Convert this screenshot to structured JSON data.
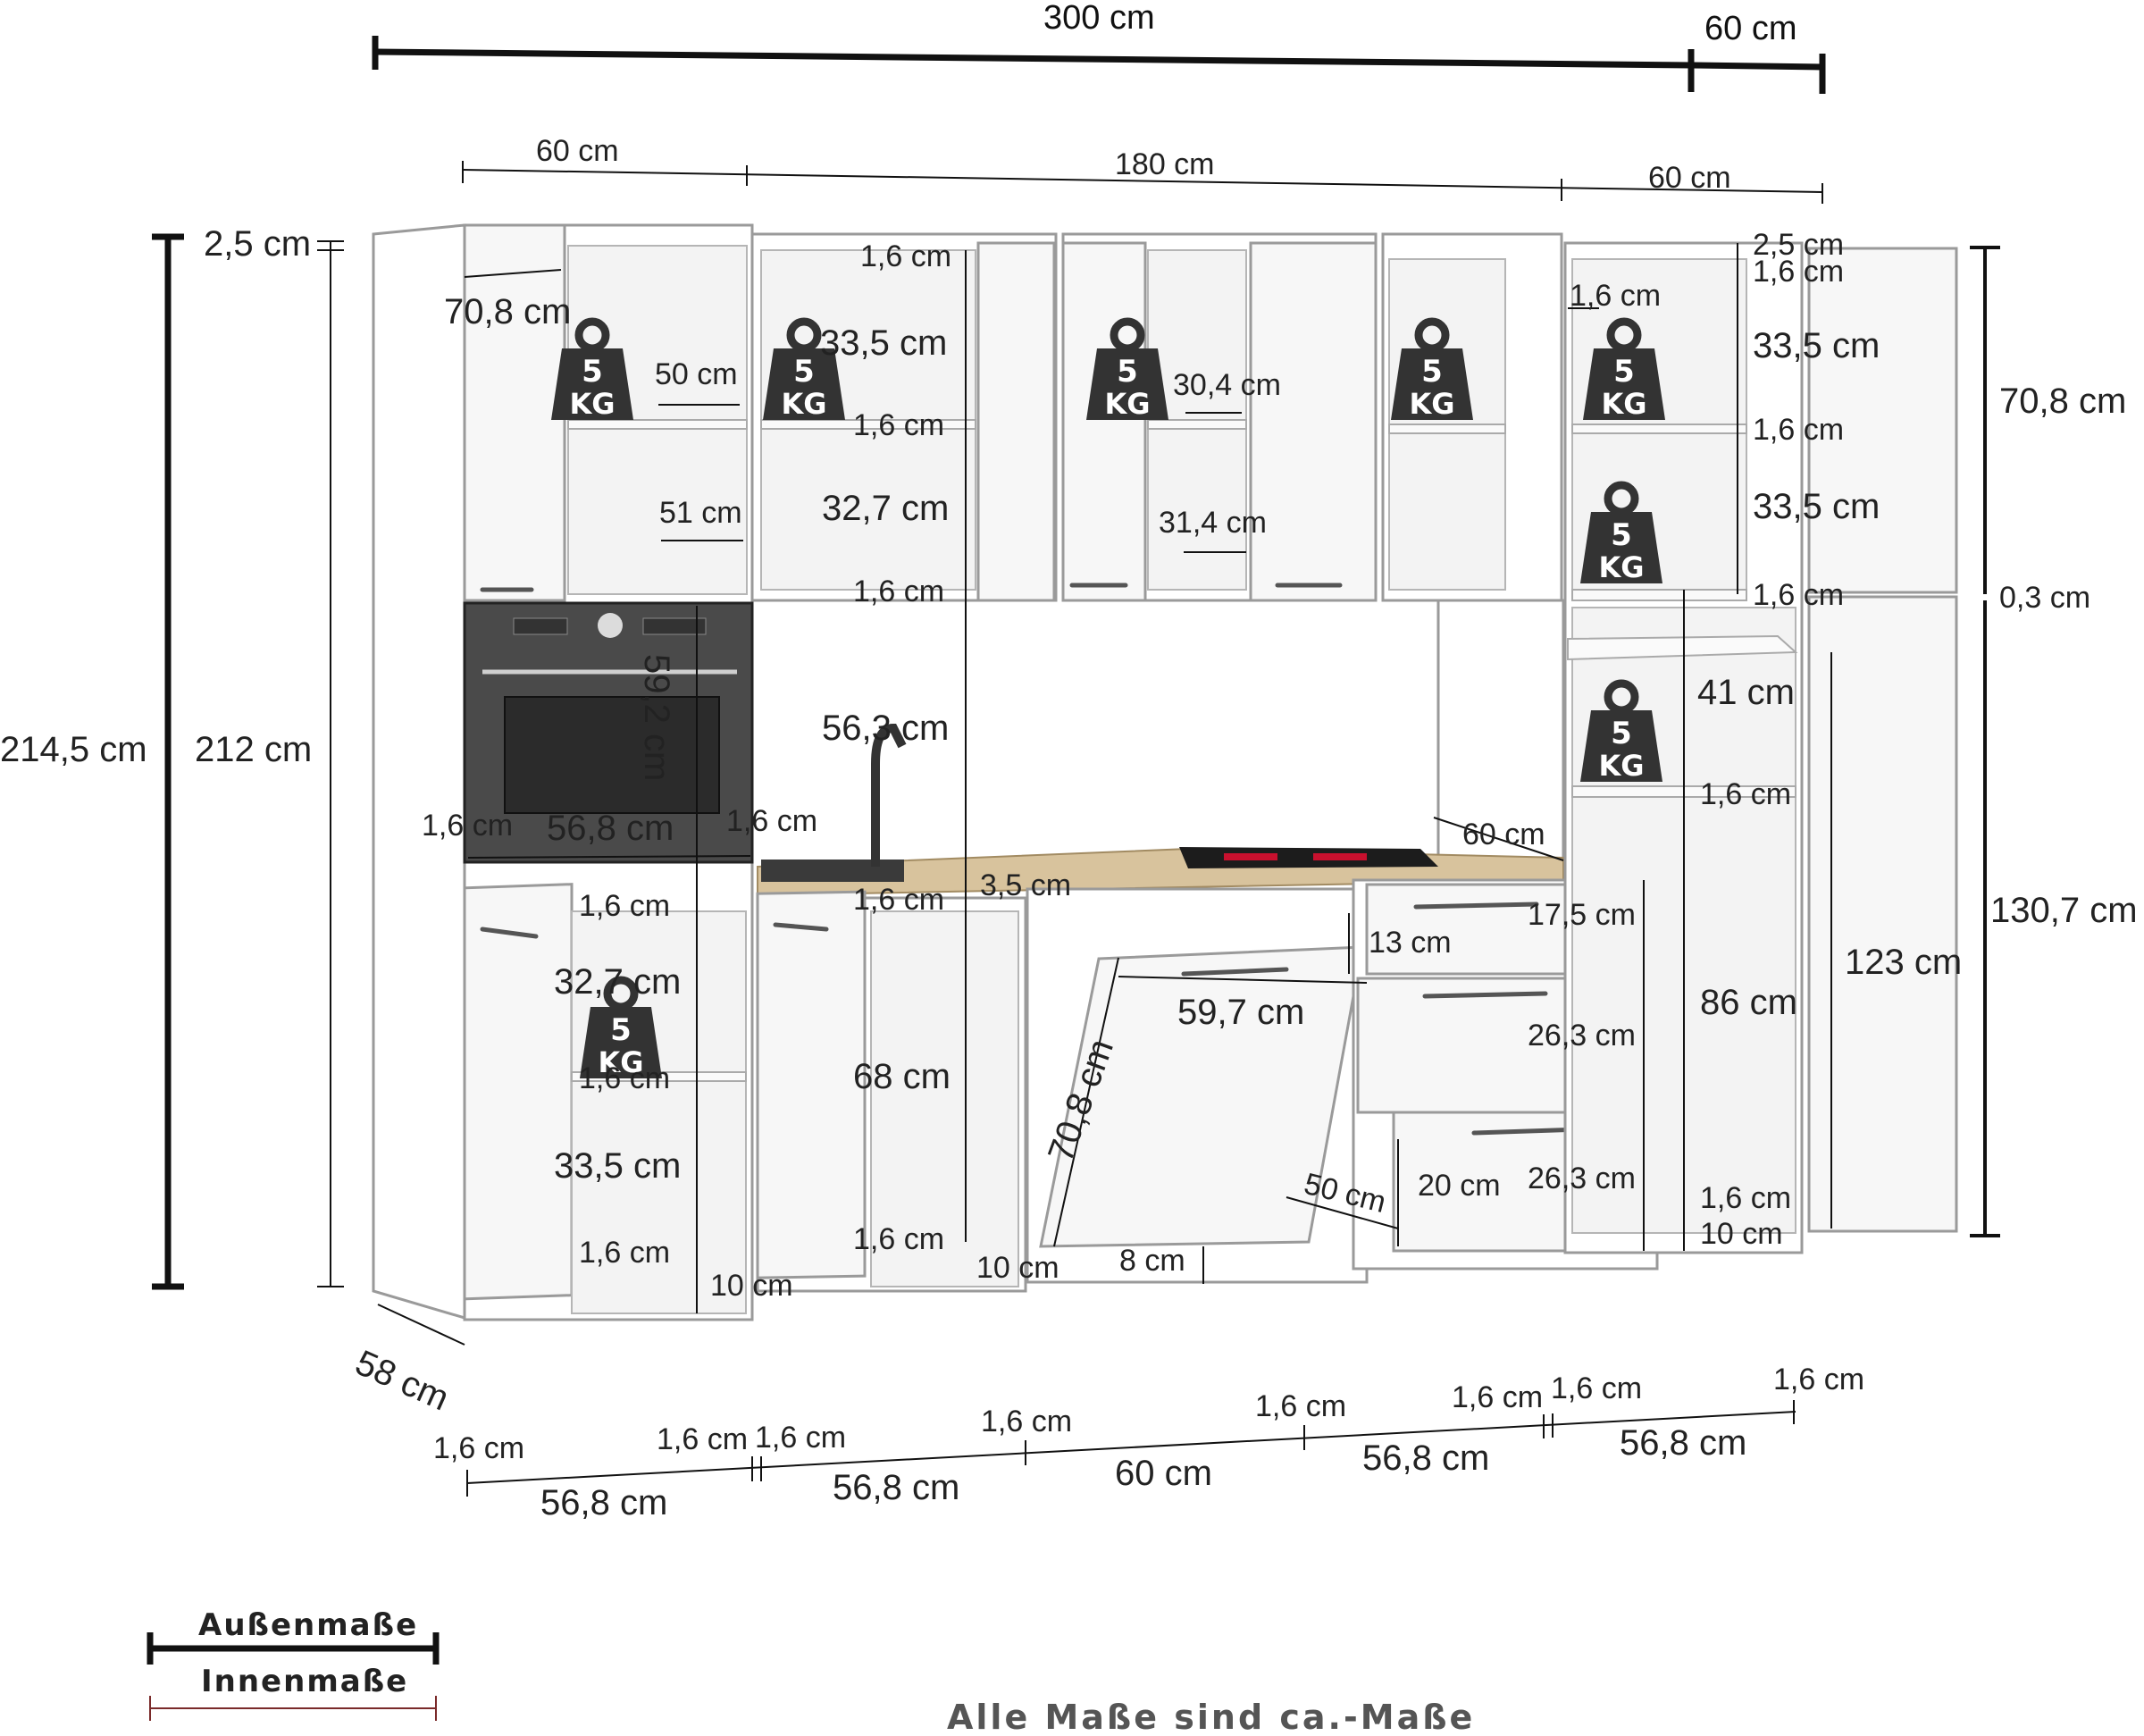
{
  "overall": {
    "width_label": "300 cm",
    "depth_top_label": "60 cm",
    "height_outer_label": "214,5 cm",
    "height_inner_label": "212 cm",
    "depth_label": "58 cm",
    "top_gap_label": "2,5 cm"
  },
  "upper_widths": [
    "60 cm",
    "180 cm",
    "60 cm"
  ],
  "left_tall": {
    "door_height": "70,8 cm",
    "shelf_width_1": "50 cm",
    "shelf_width_2": "51 cm",
    "oven_height": "59,2 cm",
    "oven_width": "56,8 cm",
    "side_left": "1,6 cm",
    "side_right": "1,6 cm",
    "panel_1": "1,6 cm",
    "compartment_1": "32,7 cm",
    "panel_2": "1,6 cm",
    "compartment_2": "33,5 cm",
    "panel_3": "1,6 cm",
    "plinth": "10 cm"
  },
  "wall_units": {
    "top_panel": "1,6 cm",
    "compartment_1": "33,5 cm",
    "panel_mid": "1,6 cm",
    "compartment_2": "32,7 cm",
    "panel_bottom": "1,6 cm",
    "gap_height": "56,3 cm",
    "shelf_width_1": "30,4 cm",
    "shelf_width_2": "31,4 cm"
  },
  "base_units": {
    "worktop_panel": "1,6 cm",
    "worktop_thickness": "3,5 cm",
    "sink_height": "68 cm",
    "bottom_panel": "1,6 cm",
    "plinth_1": "10 cm",
    "plinth_2": "10 cm",
    "dishwasher_door_width": "59,7 cm",
    "dishwasher_door_height": "70,8 cm",
    "dishwasher_top": "13 cm",
    "dishwasher_plinth": "8 cm",
    "hob_depth": "60 cm",
    "drawer_1": "17,5 cm",
    "drawer_2": "26,3 cm",
    "drawer_3": "26,3 cm",
    "drawer_inner_height": "20 cm",
    "drawer_depth": "50 cm"
  },
  "right_tall": {
    "top_gap": "2,5 cm",
    "top_panel": "1,6 cm",
    "side_panel": "1,6 cm",
    "compartment_1": "33,5 cm",
    "panel_1": "1,6 cm",
    "compartment_2": "33,5 cm",
    "panel_2": "1,6 cm",
    "door_gap": "0,3 cm",
    "upper_door": "70,8 cm",
    "rail_depth": "41 cm",
    "panel_3": "1,6 cm",
    "compartment_3": "86 cm",
    "inner_height": "123 cm",
    "lower_door": "130,7 cm",
    "panel_4": "1,6 cm",
    "plinth": "10 cm"
  },
  "load_badge": {
    "value": "5",
    "unit": "KG"
  },
  "bottom_widths": {
    "side_labels": [
      "1,6 cm",
      "1,6 cm",
      "1,6 cm",
      "1,6 cm",
      "1,6 cm",
      "1,6 cm",
      "1,6 cm",
      "1,6 cm"
    ],
    "section_labels": [
      "56,8 cm",
      "56,8 cm",
      "60 cm",
      "56,8 cm",
      "56,8 cm"
    ]
  },
  "legend": {
    "outer": "Außenmaße",
    "inner": "Innenmaße"
  },
  "note": "Alle Maße sind ca.-Maße",
  "colors": {
    "outer_dimension_line": "#111111",
    "inner_dimension_line": "#7a2a2a",
    "badge": "#333333",
    "worktop": "#d8c39d",
    "hob_accent": "#c8102e"
  }
}
